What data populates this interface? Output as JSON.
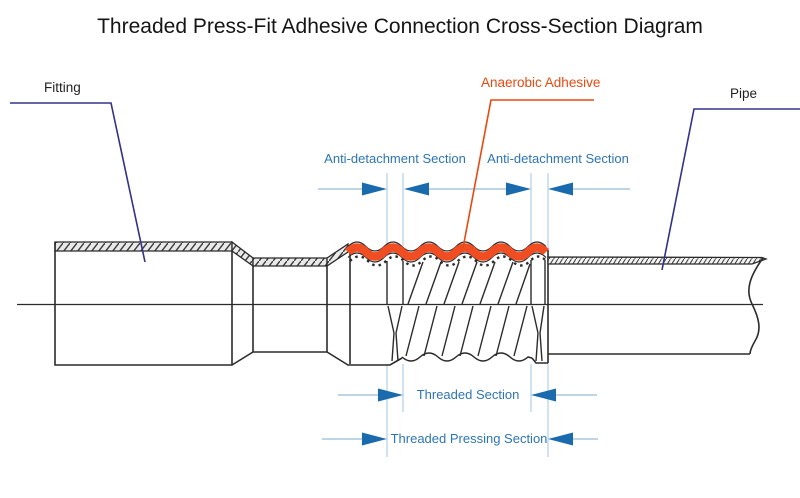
{
  "title": "Threaded Press-Fit Adhesive Connection Cross-Section Diagram",
  "callouts": {
    "fitting": "Fitting",
    "anaerobic_adhesive": "Anaerobic Adhesive",
    "pipe": "Pipe"
  },
  "dimensions": {
    "anti_detachment_section": "Anti-detachment Section",
    "threaded_section": "Threaded Section",
    "threaded_pressing_section": "Threaded Pressing Section"
  },
  "colors": {
    "adhesive_orange": "#f04e22",
    "adhesive_label": "#e8490f",
    "leader_navy": "#303389",
    "dimension_text": "#2e75b6",
    "arrow_blue": "#1a6aae",
    "extension_light_blue": "#bdd7ee",
    "dimension_line": "#a9c7de",
    "drawing_line": "#2b2b2b",
    "background": "#ffffff"
  }
}
